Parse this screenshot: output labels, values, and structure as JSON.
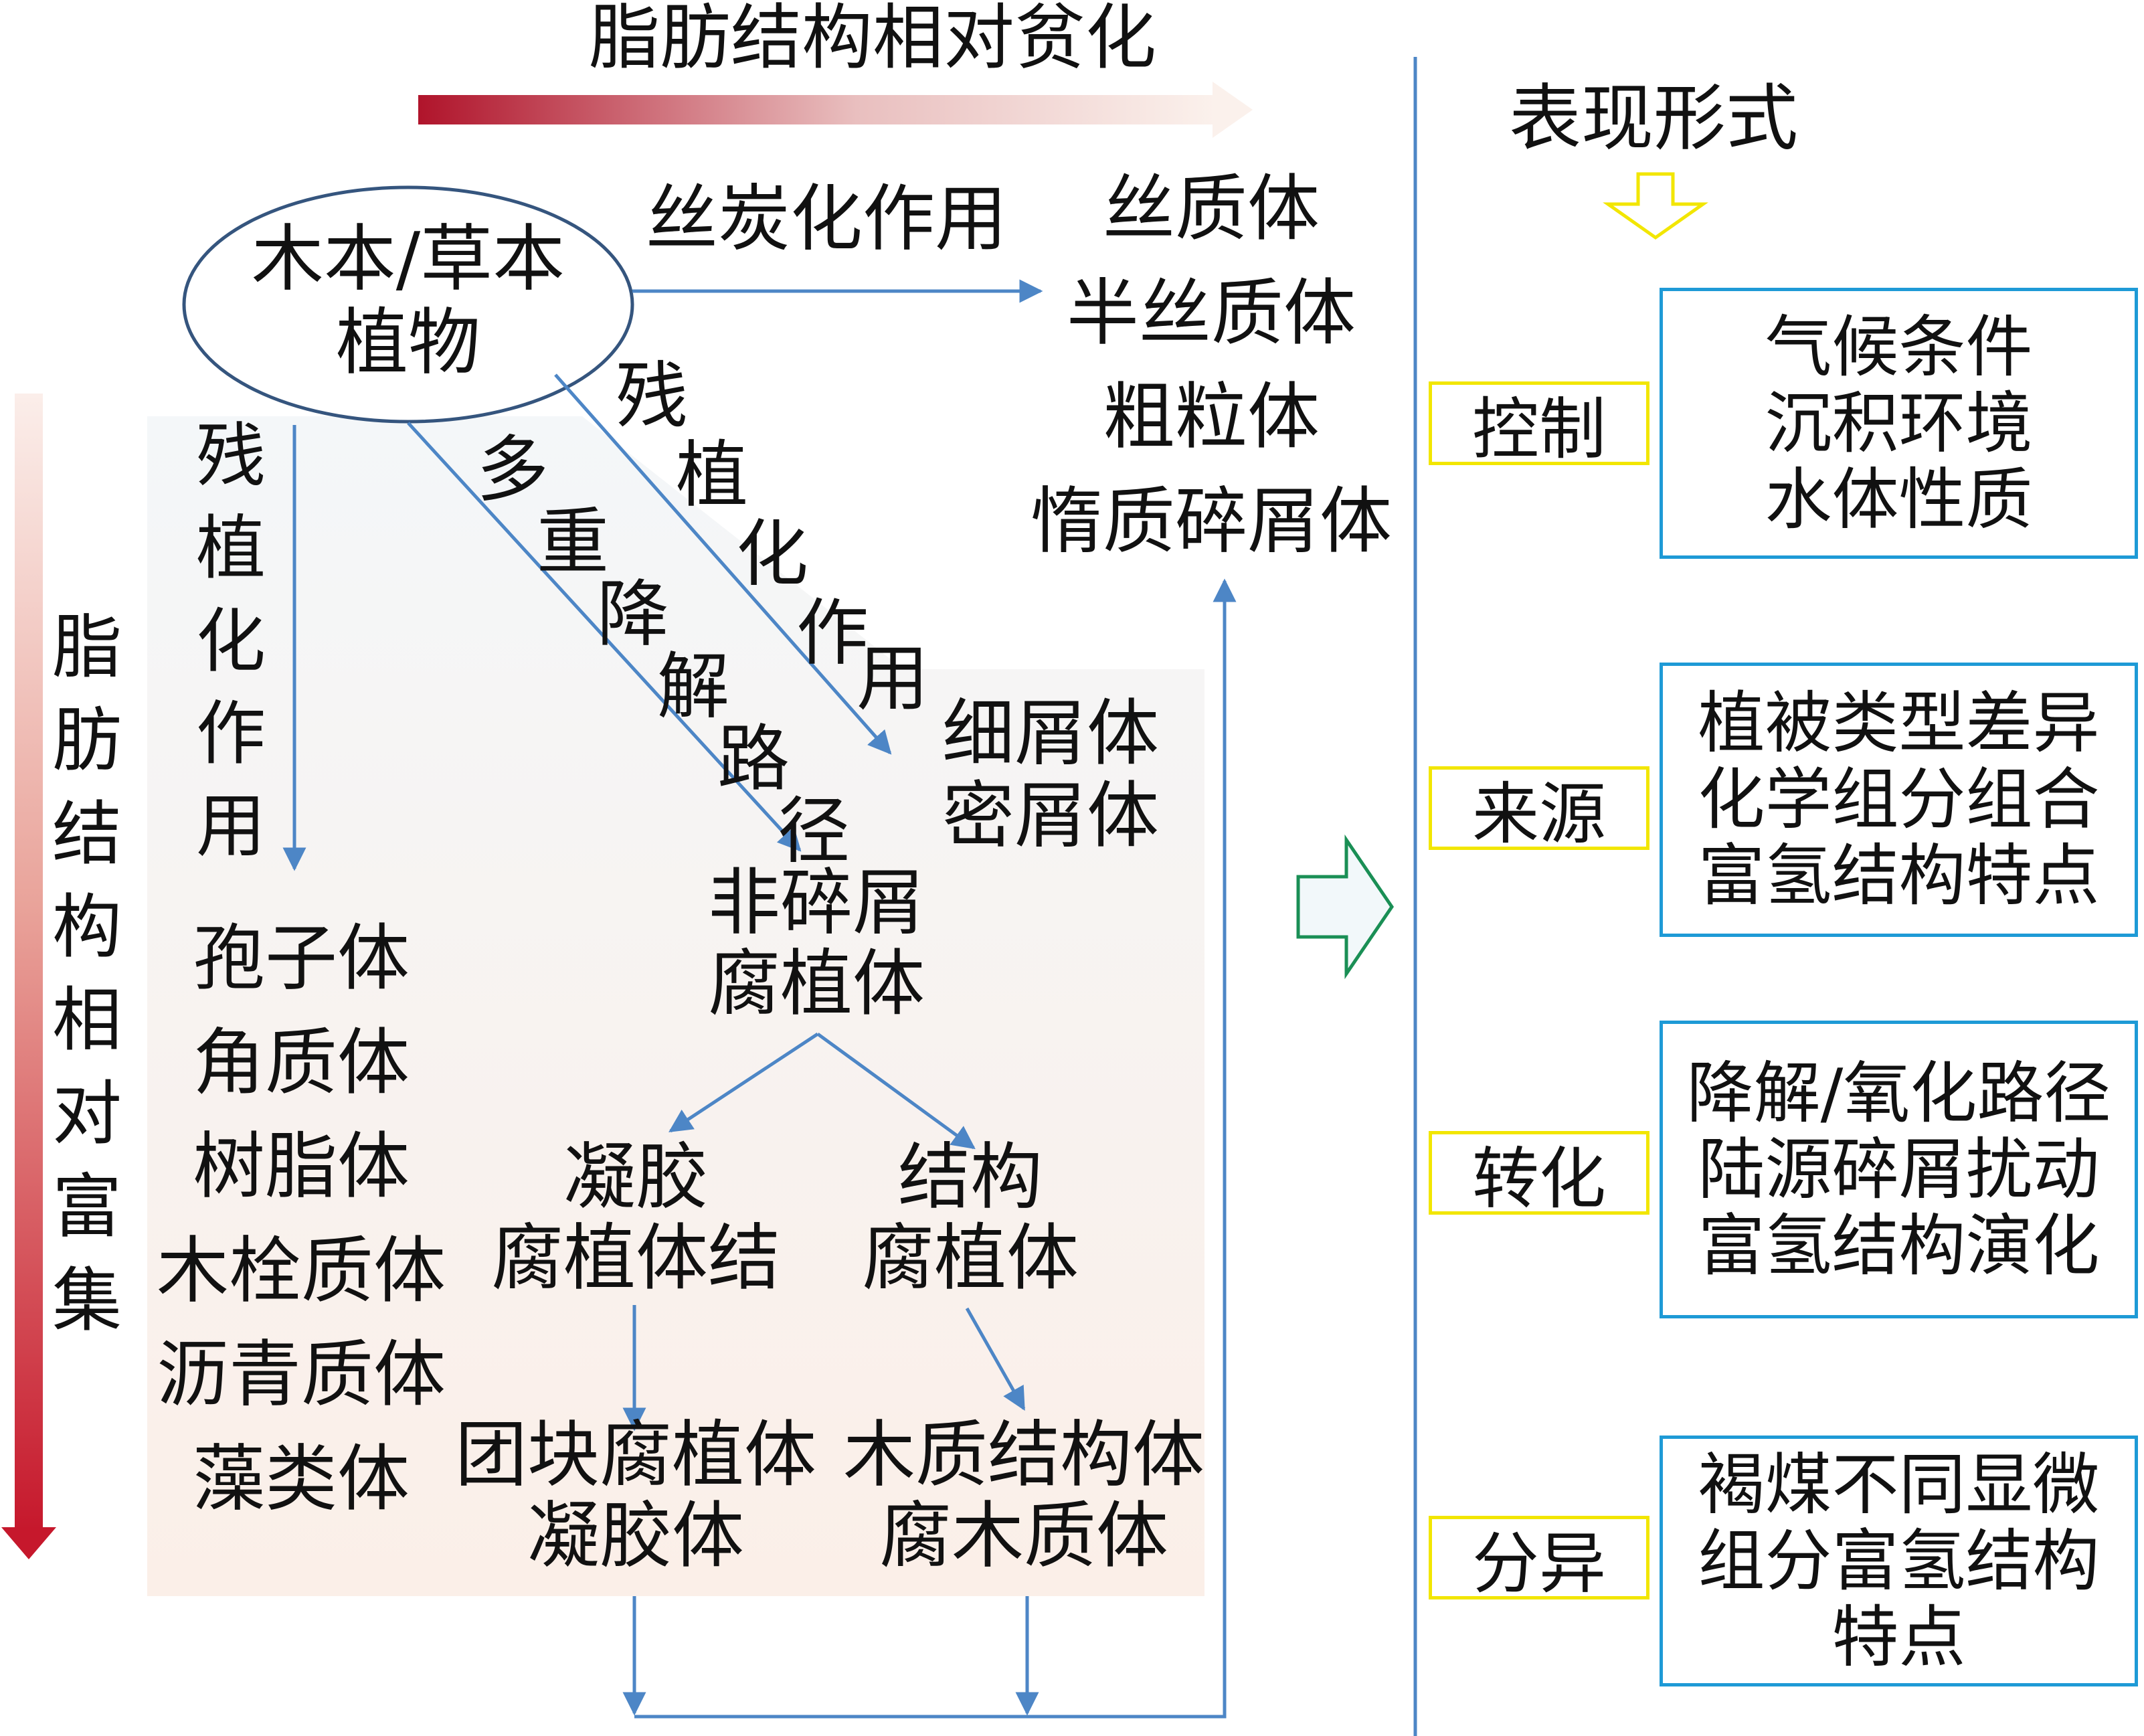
{
  "top_axis_label": "脂肪结构相对贫化",
  "left_axis_label": [
    "脂",
    "肪",
    "结",
    "构",
    "相",
    "对",
    "富",
    "集"
  ],
  "source_node": [
    "木本/草本",
    "植物"
  ],
  "fusinization": {
    "label": "丝炭化作用",
    "products": [
      "丝质体",
      "半丝质体",
      "粗粒体",
      "惰质碎屑体"
    ]
  },
  "residual_right": {
    "label": [
      "残",
      "植",
      "化",
      "作",
      "用"
    ],
    "products": [
      "细屑体",
      "密屑体"
    ]
  },
  "multi_degradation": {
    "label": [
      "多",
      "重",
      "降",
      "解",
      "路",
      "径"
    ]
  },
  "residual_left": {
    "label": [
      "残",
      "植",
      "化",
      "作",
      "用"
    ],
    "products": [
      "孢子体",
      "角质体",
      "树脂体",
      "木栓质体",
      "沥青质体",
      "藻类体"
    ]
  },
  "humodetrinite": [
    "非碎屑",
    "腐植体"
  ],
  "gelified": {
    "label": [
      "凝胶",
      "腐植体结"
    ],
    "products": [
      "团块腐植体",
      "凝胶体"
    ]
  },
  "structured": {
    "label": [
      "结构",
      "腐植体"
    ],
    "products": [
      "木质结构体",
      "腐木质体"
    ]
  },
  "right_panel": {
    "title": "表现形式",
    "rows": [
      {
        "tag": "控制",
        "content": [
          "气候条件",
          "沉积环境",
          "水体性质"
        ]
      },
      {
        "tag": "来源",
        "content": [
          "植被类型差异",
          "化学组分组合",
          "富氢结构特点"
        ]
      },
      {
        "tag": "转化",
        "content": [
          "降解/氧化路径",
          "陆源碎屑扰动",
          "富氢结构演化"
        ]
      },
      {
        "tag": "分异",
        "content": [
          "褐煤不同显微",
          "组分富氢结构",
          "特点"
        ]
      }
    ]
  },
  "colors": {
    "arrow": "#4d86c6",
    "ellipse_stroke": "#35557e",
    "panel_border": "#1e9ad6",
    "tag_border": "#f2e600",
    "gradient_red": "#b0142b",
    "big_arrow_stroke": "#1a8f55",
    "yellow_arrow": "#f2e600",
    "divider": "#4d86c6"
  }
}
